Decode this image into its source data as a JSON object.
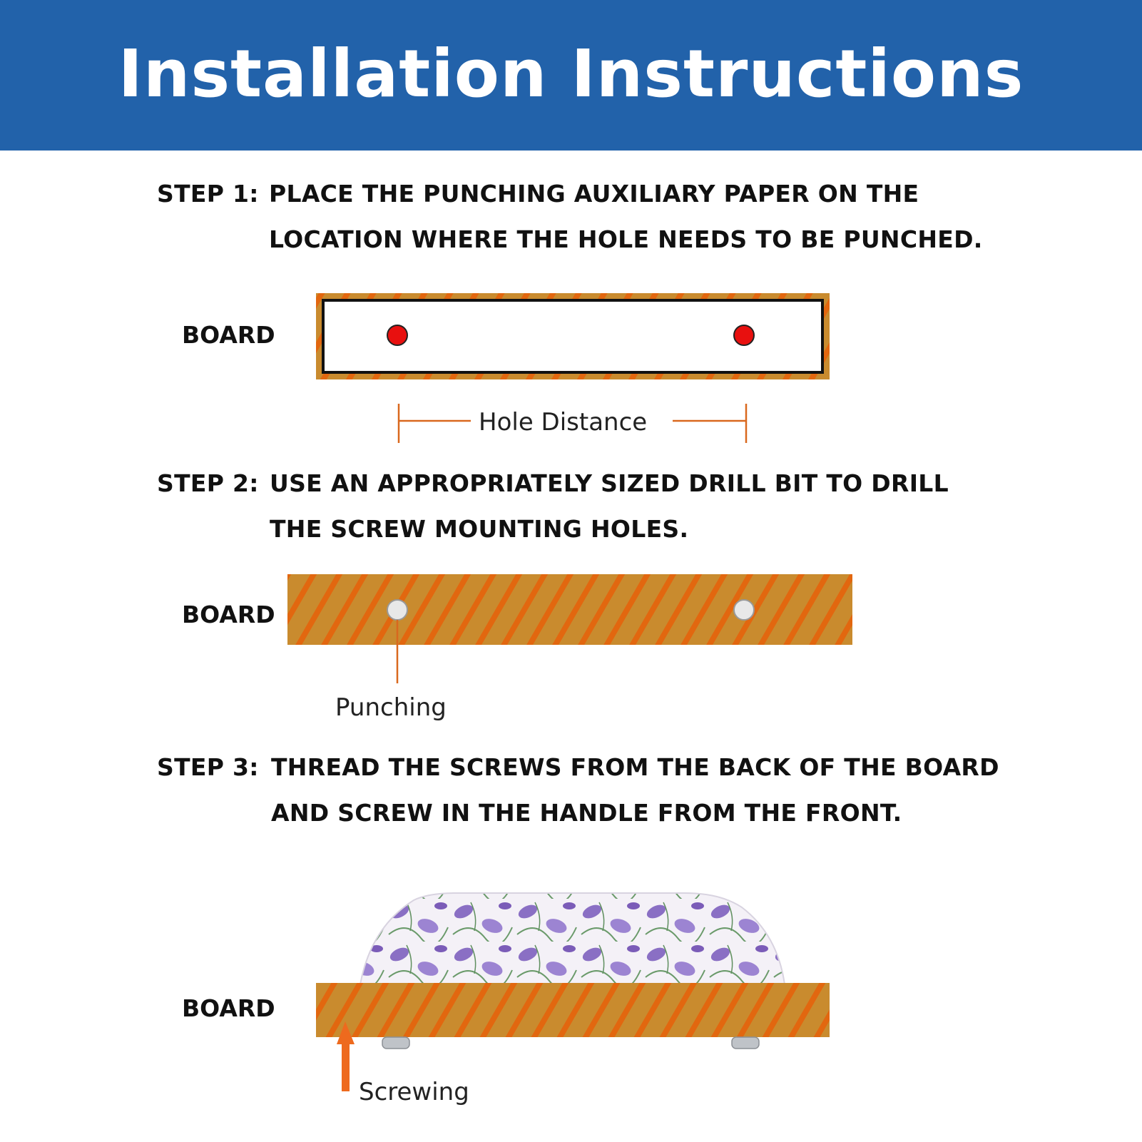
{
  "title": "Installation Instructions",
  "colors": {
    "header_bg": "#2262aa",
    "board_fill": "#c98b2e",
    "board_stripe": "#e2670f",
    "dimension_line": "#d9681e",
    "hole_marker": "#e8100f",
    "arrow": "#ee6a1e"
  },
  "steps": [
    {
      "label": "STEP 1:",
      "lines": [
        "PLACE THE PUNCHING AUXILIARY PAPER ON THE",
        "LOCATION WHERE THE HOLE NEEDS TO BE PUNCHED."
      ],
      "board_label": "BOARD",
      "caption": "Hole Distance"
    },
    {
      "label": "STEP 2:",
      "lines": [
        "USE AN APPROPRIATELY SIZED DRILL BIT TO DRILL",
        "THE SCREW MOUNTING HOLES."
      ],
      "board_label": "BOARD",
      "caption": "Punching"
    },
    {
      "label": "STEP 3:",
      "lines": [
        "THREAD THE SCREWS FROM THE BACK OF THE BOARD",
        "AND SCREW IN THE HANDLE FROM THE FRONT."
      ],
      "board_label": "BOARD",
      "caption": "Screwing"
    }
  ]
}
